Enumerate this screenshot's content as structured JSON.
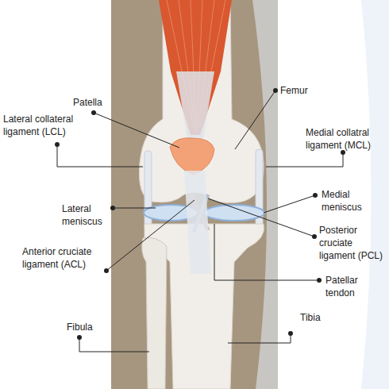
{
  "diagram": {
    "labels": [
      "Femur",
      "Patella",
      "Lateral collateral ligament (LCL)",
      "Medial collatral ligament (MCL)",
      "Medial meniscus",
      "Lateral meniscus",
      "Posterior cruciate ligament (PCL)",
      "Anterior cruciate ligament (ACL)",
      "Patellar tendon",
      "Fibula",
      "Tibia"
    ]
  }
}
